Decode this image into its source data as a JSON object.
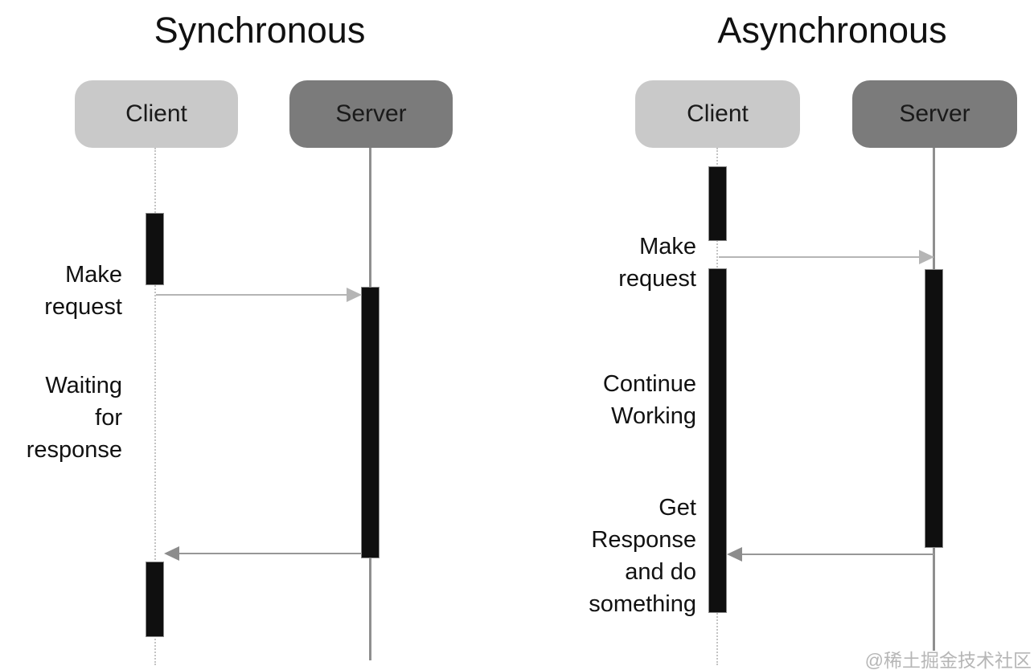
{
  "sync": {
    "title": "Synchronous",
    "client": "Client",
    "server": "Server",
    "labels": {
      "make_request": "Make\nrequest",
      "waiting": "Waiting\nfor\nresponse"
    }
  },
  "async": {
    "title": "Asynchronous",
    "client": "Client",
    "server": "Server",
    "labels": {
      "make_request": "Make\nrequest",
      "continue_working": "Continue\nWorking",
      "get_response": "Get\nResponse\nand do\nsomething"
    }
  },
  "page": {
    "watermark": "@稀土掘金技术社区"
  },
  "colors": {
    "client_box": "#c9c9c9",
    "server_box": "#7b7b7b",
    "activation_bar": "#0f0f0f",
    "request_arrow": "#b5b5b5",
    "return_arrow": "#8c8c8c",
    "client_lifeline": "#c4c4c4",
    "server_lifeline": "#8f8f8f",
    "watermark_text": "#b6b6b6"
  }
}
